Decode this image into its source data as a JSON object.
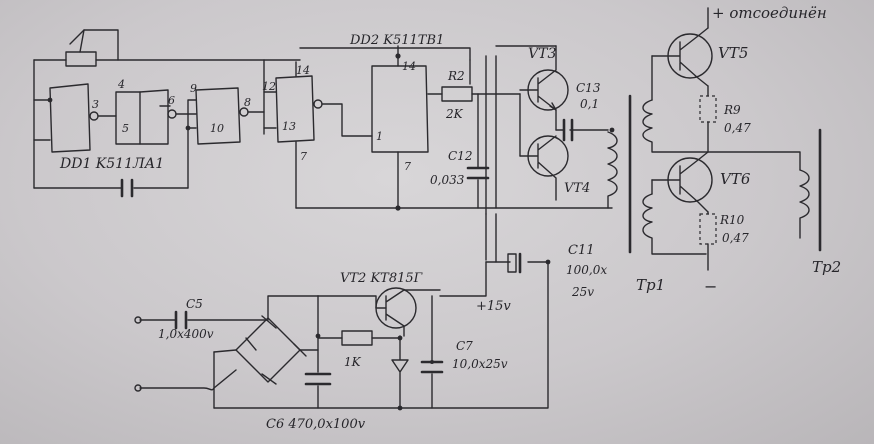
{
  "labels": {
    "dd1": "DD1 K511ЛА1",
    "dd2": "DD2 K511TB1",
    "pins": [
      "3",
      "4",
      "5",
      "6",
      "9",
      "10",
      "8",
      "12",
      "13",
      "14",
      "7",
      "14",
      "1",
      "7"
    ],
    "r2": "R2",
    "r2_val": "2K",
    "c12": "C12",
    "c12_val": "0,033",
    "vt3": "VT3",
    "vt4": "VT4",
    "c13": "C13",
    "c13_val": "0,1",
    "vt5": "VT5",
    "vt5_note": "+ отсоединён",
    "r9": "R9",
    "r9_val": "0,47",
    "vt6": "VT6",
    "r10": "R10",
    "r10_val": "0,47",
    "tp1": "Tp1",
    "tp2": "Tp2",
    "minus": "−",
    "c11": "C11",
    "c11_val": "100,0x",
    "c11_volt": "25v",
    "plus15": "+15v",
    "vt2": "VT2 KT815Г",
    "c5": "C5",
    "c5_val": "1,0x400v",
    "r1k": "1K",
    "c7": "C7",
    "c7_val": "10,0x25v",
    "c6": "C6 470,0x100v"
  }
}
